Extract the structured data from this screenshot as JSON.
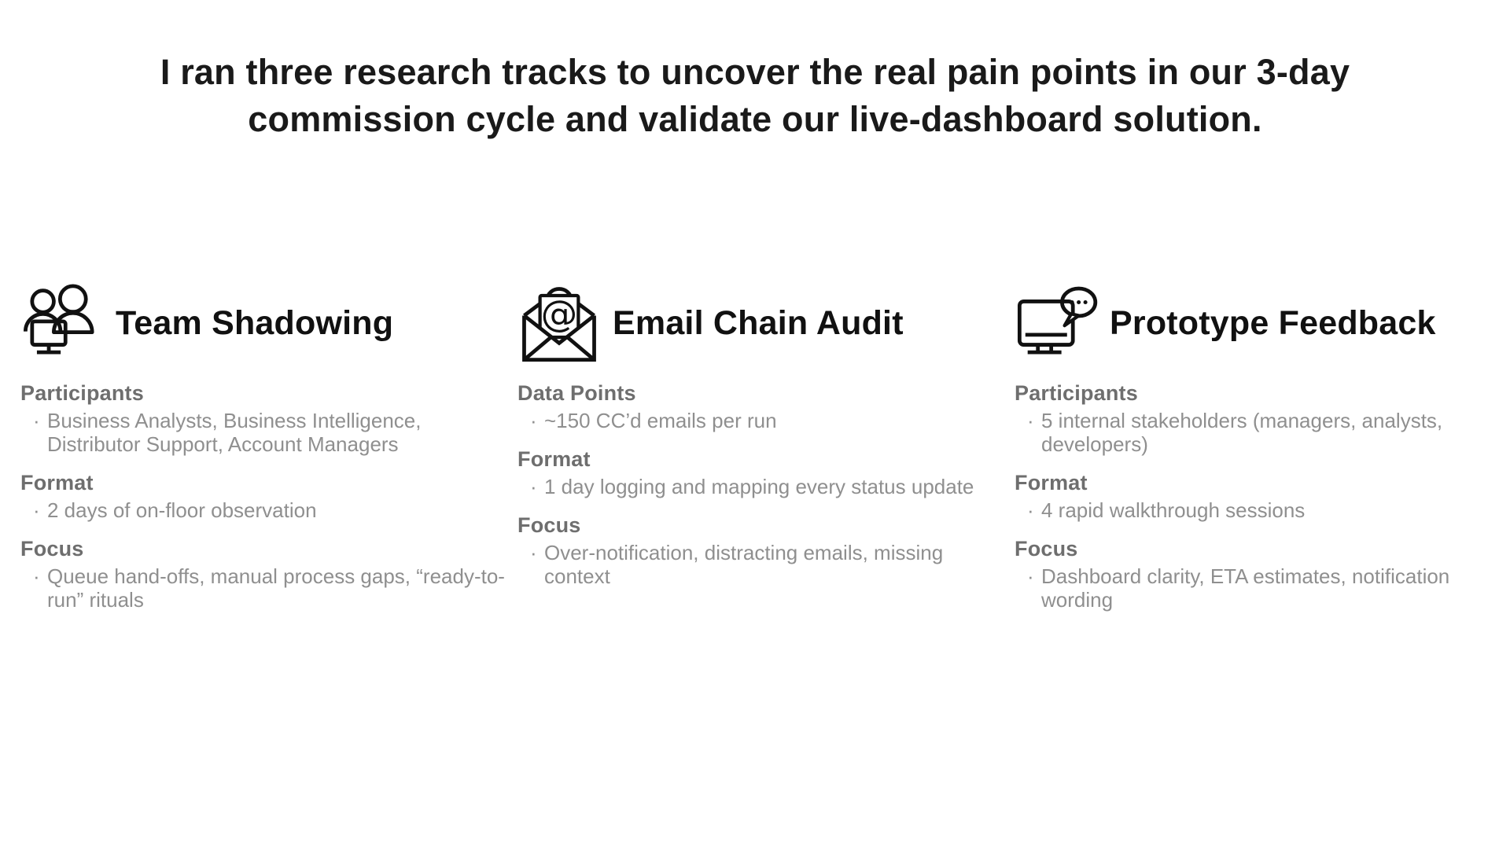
{
  "slide": {
    "title_line1": "I ran three research tracks to uncover the real pain points in our 3-day",
    "title_line2": "commission cycle and validate our live-dashboard solution.",
    "bullet_char": "·",
    "colors": {
      "title_text": "#1a1a1a",
      "track_title_text": "#111111",
      "section_label_text": "#6e6e6e",
      "body_text": "#8f8f8f",
      "background": "#ffffff"
    },
    "tracks": [
      {
        "icon": "people-at-computer-icon",
        "title": "Team Shadowing",
        "sections": [
          {
            "label": "Participants",
            "items": [
              "Business Analysts, Business Intelligence, Distributor Support, Account Managers"
            ]
          },
          {
            "label": "Format",
            "items": [
              "2 days of on-floor observation"
            ]
          },
          {
            "label": "Focus",
            "items": [
              "Queue hand-offs, manual process gaps, “ready-to-run” rituals"
            ]
          }
        ]
      },
      {
        "icon": "open-envelope-email-icon",
        "title": "Email Chain Audit",
        "sections": [
          {
            "label": "Data Points",
            "items": [
              "~150 CC’d emails per run"
            ]
          },
          {
            "label": "Format",
            "items": [
              "1 day logging and mapping every status update"
            ]
          },
          {
            "label": "Focus",
            "items": [
              "Over-notification, distracting emails, missing context"
            ]
          }
        ]
      },
      {
        "icon": "monitor-speech-bubble-icon",
        "title": "Prototype Feedback",
        "sections": [
          {
            "label": "Participants",
            "items": [
              "5 internal stakeholders (managers, analysts, developers)"
            ]
          },
          {
            "label": "Format",
            "items": [
              "4 rapid walkthrough sessions"
            ]
          },
          {
            "label": "Focus",
            "items": [
              "Dashboard clarity, ETA estimates, notification wording"
            ]
          }
        ]
      }
    ]
  }
}
